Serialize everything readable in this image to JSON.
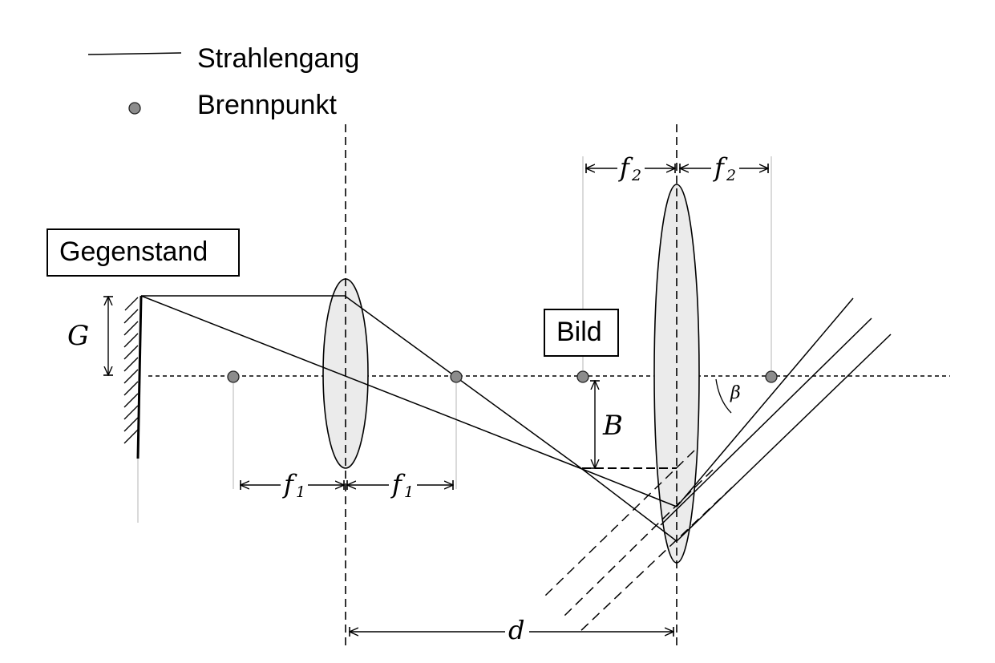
{
  "legend": {
    "ray_label": "Strahlengang",
    "focal_label": "Brennpunkt"
  },
  "labels": {
    "object_box": "Gegenstand",
    "image_box": "Bild",
    "object_height": "G",
    "image_height": "B",
    "focal1_left_base": "f",
    "focal1_left_sub": "1",
    "focal1_right_base": "f",
    "focal1_right_sub": "1",
    "focal2_left_base": "f",
    "focal2_left_sub": "2",
    "focal2_right_base": "f",
    "focal2_right_sub": "2",
    "distance": "d",
    "angle": "β"
  },
  "colors": {
    "line": "#000000",
    "lens_fill": "#ebebeb",
    "focal_point_fill": "#8c8c8c",
    "guide_line": "#b4b4b4"
  }
}
